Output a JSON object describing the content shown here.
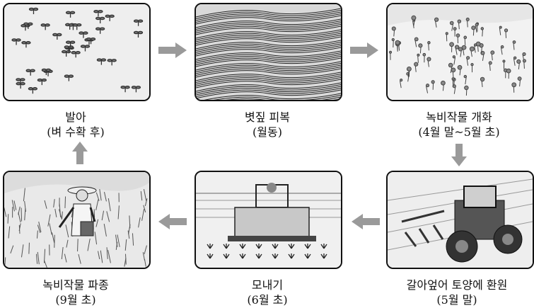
{
  "steps": [
    {
      "title": "발아",
      "sub": "(벼 수확 후)"
    },
    {
      "title": "볏짚 피복",
      "sub": "(월동)"
    },
    {
      "title": "녹비작물 개화",
      "sub": "(4월 말~5월 초)"
    },
    {
      "title": "갈아엎어 토양에 환원",
      "sub": "(5월 말)"
    },
    {
      "title": "모내기",
      "sub": "(6월 초)"
    },
    {
      "title": "녹비작물 파종",
      "sub": "(9월 초)"
    }
  ],
  "colors": {
    "arrow": "#9a9a9a",
    "border": "#111111"
  }
}
